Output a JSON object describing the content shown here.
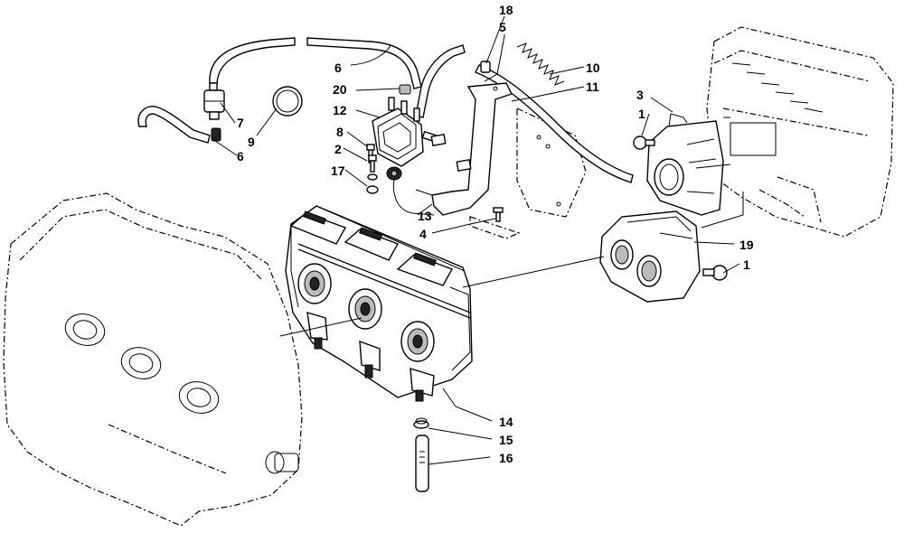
{
  "callouts": [
    {
      "key": "c18a",
      "text": "18"
    },
    {
      "key": "c5",
      "text": "5"
    },
    {
      "key": "c6a",
      "text": "6"
    },
    {
      "key": "c10",
      "text": "10"
    },
    {
      "key": "c20",
      "text": "20"
    },
    {
      "key": "c11",
      "text": "11"
    },
    {
      "key": "c3",
      "text": "3"
    },
    {
      "key": "c12",
      "text": "12"
    },
    {
      "key": "c7",
      "text": "7"
    },
    {
      "key": "c1a",
      "text": "1"
    },
    {
      "key": "c8",
      "text": "8"
    },
    {
      "key": "c9",
      "text": "9"
    },
    {
      "key": "c2",
      "text": "2"
    },
    {
      "key": "c6b",
      "text": "6"
    },
    {
      "key": "c17",
      "text": "17"
    },
    {
      "key": "c13",
      "text": "13"
    },
    {
      "key": "c4",
      "text": "4"
    },
    {
      "key": "c19",
      "text": "19"
    },
    {
      "key": "c1b",
      "text": "1"
    },
    {
      "key": "c14",
      "text": "14"
    },
    {
      "key": "c15",
      "text": "15"
    },
    {
      "key": "c16",
      "text": "16"
    }
  ]
}
